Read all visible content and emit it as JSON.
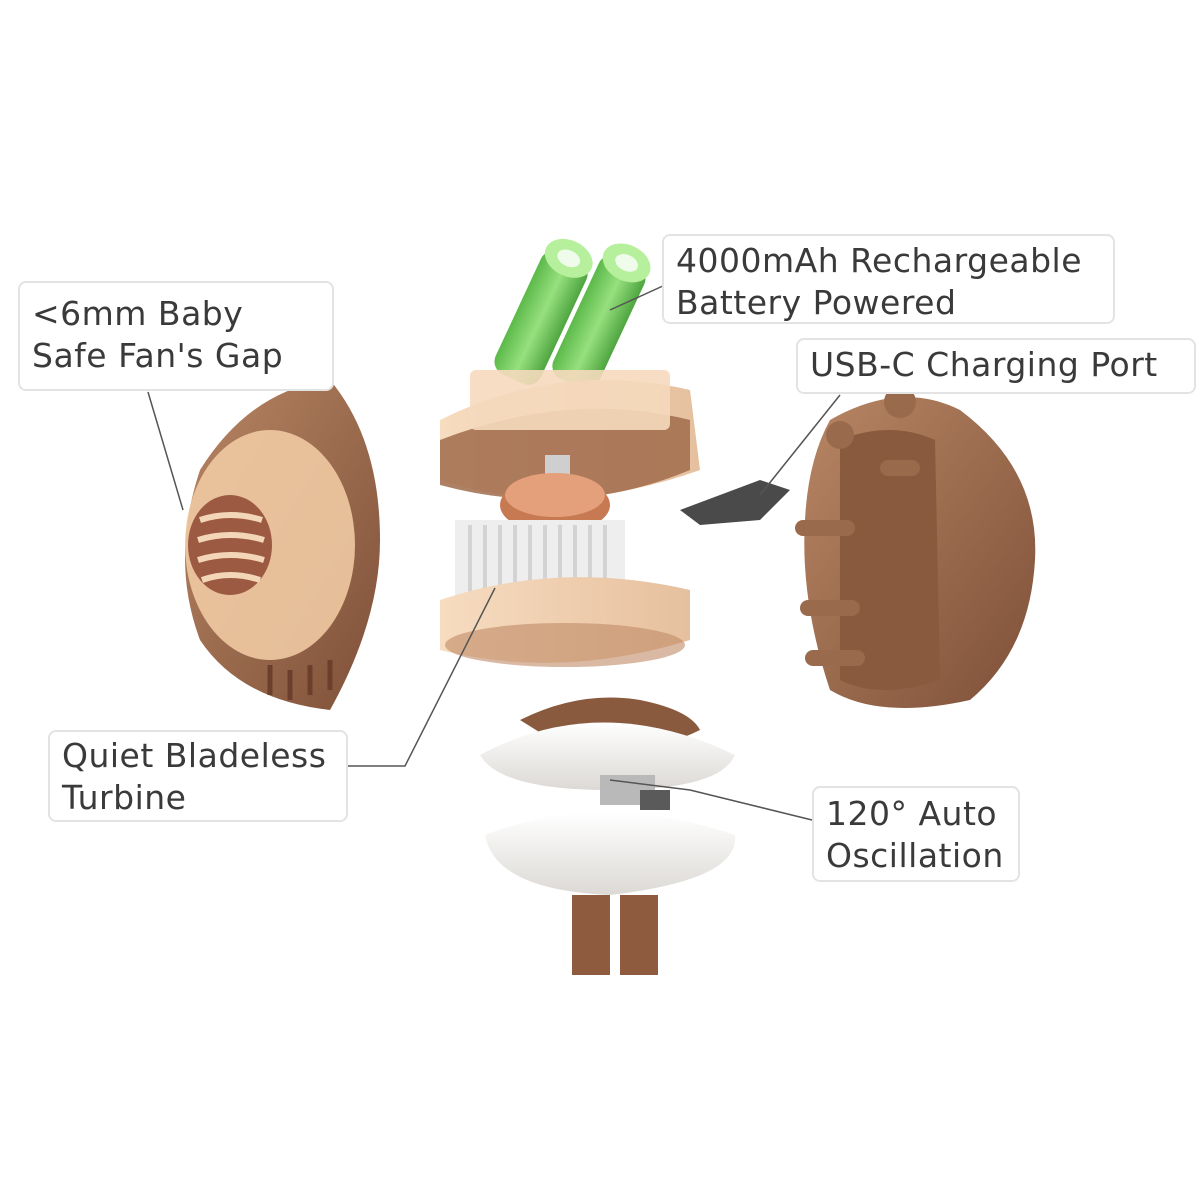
{
  "labels": {
    "safe_gap": {
      "line1": "<6mm Baby",
      "line2": "Safe Fan's Gap"
    },
    "battery": {
      "line1": "4000mAh Rechargeable",
      "line2": "Battery Powered"
    },
    "usbc": {
      "line1": "USB-C Charging Port"
    },
    "turbine": {
      "line1": "Quiet Bladeless",
      "line2": "Turbine"
    },
    "oscillation": {
      "line1": "120° Auto",
      "line2": "Oscillation"
    }
  },
  "colors": {
    "brown": "#9a6a4d",
    "brown_dark": "#7a4d34",
    "cream": "#f2d3b4",
    "battery_green": "#7fd16a",
    "white_part": "#f4f3f1",
    "leader_line": "#555555"
  }
}
